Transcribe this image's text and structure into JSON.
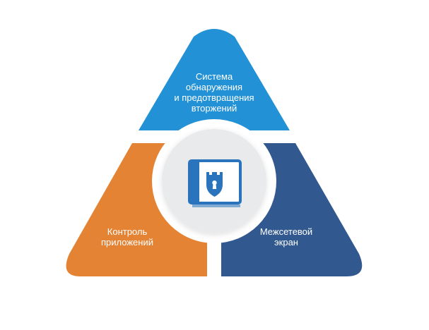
{
  "colors": {
    "top_segment": "#2291d6",
    "left_segment": "#e58334",
    "right_segment": "#31598f",
    "center_ring": "#e9eaec",
    "center_disc": "#ffffff",
    "icon_blue": "#2a74bd",
    "background": "#ffffff"
  },
  "segments": {
    "top": {
      "line1": "Система",
      "line2": "обнаружения",
      "line3": "и предотвращения",
      "line4": "вторжений"
    },
    "left": {
      "line1": "Контроль",
      "line2": "приложений"
    },
    "right": {
      "line1": "Межсетевой",
      "line2": "экран"
    }
  },
  "center": {
    "icon": "shield-castle-monitor-icon"
  }
}
